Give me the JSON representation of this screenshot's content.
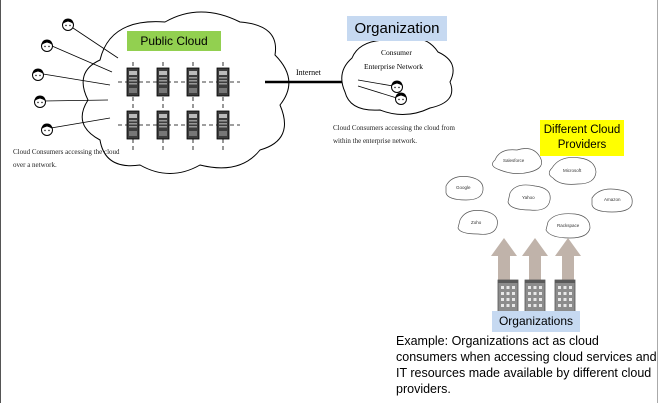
{
  "public_cloud": {
    "label": "Public Cloud"
  },
  "cloud_consumers_note": "Cloud Consumers accessing the cloud over a network.",
  "internet_label": "Internet",
  "organization": {
    "label": "Organization",
    "network_line1": "Consumer",
    "network_line2": "Enterprise Network",
    "note": "Cloud Consumers accessing the cloud from within the enterprise network."
  },
  "providers": {
    "label": "Different Cloud Providers",
    "names": [
      "Salesforce",
      "Microsoft",
      "Google",
      "Yahoo",
      "Amazon",
      "Zoho",
      "Rackspace"
    ]
  },
  "organizations_label": "Organizations",
  "example_text": "Example: Organizations act as cloud consumers when accessing cloud services and IT resources made available by different cloud providers.",
  "colors": {
    "public_cloud_label_bg": "#92d050",
    "organization_label_bg": "#c6d9f1",
    "providers_label_bg": "#ffff00",
    "arrow": "#c0b3aa"
  },
  "icons": [
    "user-icon",
    "server-icon",
    "cloud-icon",
    "arrow-up-icon",
    "building-icon"
  ]
}
